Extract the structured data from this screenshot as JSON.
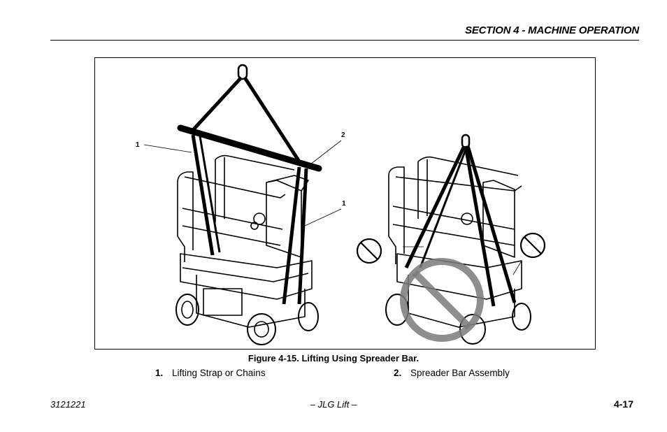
{
  "header": {
    "section_title": "SECTION 4 - MACHINE OPERATION"
  },
  "figure": {
    "callouts": [
      "1",
      "2",
      "1"
    ],
    "caption": "Figure 4-15. Lifting Using Spreader Bar."
  },
  "legend": [
    {
      "number": "1.",
      "label": "Lifting Strap or Chains"
    },
    {
      "number": "2.",
      "label": "Spreader Bar Assembly"
    }
  ],
  "footer": {
    "doc_number": "3121221",
    "center": "– JLG Lift –",
    "page": "4-17"
  }
}
